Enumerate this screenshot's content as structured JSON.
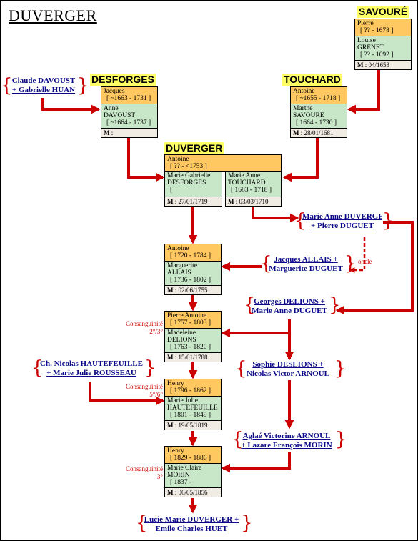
{
  "title": "DUVERGER",
  "families": {
    "savoure": "SAVOURÉ",
    "desforges": "DESFORGES",
    "touchard": "TOUCHARD",
    "duverger": "DUVERGER"
  },
  "boxes": {
    "savoure": {
      "h_name": "Pierre",
      "h_years": "[ ?? - 1678 ]",
      "w_first": "Louise",
      "w_last": "GRENET",
      "w_years": "[ ?? - 1692 ]",
      "m_label": "M",
      "m_date": " : 04/1653"
    },
    "desforges": {
      "h_name": "Jacques",
      "h_years": "[ ~1663 - 1731 ]",
      "w_first": "Anne",
      "w_last": "DAVOUST",
      "w_years": "[ ~1664 - 1737 ]",
      "m_label": "M",
      "m_date": " :"
    },
    "touchard": {
      "h_name": "Antoine",
      "h_years": "[ ~1655 - 1718 ]",
      "w_first": "Marthe",
      "w_last": "SAVOURÉ",
      "w_years": "[ 1664 - 1730 ]",
      "m_label": "M",
      "m_date": " : 28/01/1681"
    },
    "antoine1": {
      "h_name": "Antoine",
      "h_years": "[ ?? - <1753 ]"
    },
    "w1": {
      "w_first": "Marie Gabrielle",
      "w_last": "DESFORGES",
      "w_years": "[",
      "m_label": "M",
      "m_date": " : 27/01/1719"
    },
    "w2": {
      "w_first": "Marie Anne",
      "w_last": "TOUCHARD",
      "w_years": "[ 1683 - 1718 ]",
      "m_label": "M",
      "m_date": " : 03/03/1710"
    },
    "antoine2": {
      "h_name": "Antoine",
      "h_years": "[ 1720 - 1784 ]",
      "w_first": "Marguerite",
      "w_last": "ALLAIS",
      "w_years": "[ 1736 - 1802 ]",
      "m_label": "M",
      "m_date": " : 02/06/1755"
    },
    "pierre": {
      "h_name": "Pierre Antoine",
      "h_years": "[ 1757 - 1803 ]",
      "w_first": "Madeleine",
      "w_last": "DELIONS",
      "w_years": "[ 1763 - 1820 ]",
      "m_label": "M",
      "m_date": " : 15/01/1788"
    },
    "henry1": {
      "h_name": "Henry",
      "h_years": "[ 1796 - 1862 ]",
      "w_first": "Marie Julie",
      "w_last": "HAUTEFEUILLE",
      "w_years": "[ 1801 - 1849 ]",
      "m_label": "M",
      "m_date": " : 19/05/1819"
    },
    "henry2": {
      "h_name": "Henry",
      "h_years": "[ 1829 - 1886 ]",
      "w_first": "Marie Claire",
      "w_last": "MORIN",
      "w_years": "[ 1837 -",
      "m_label": "M",
      "m_date": " : 06/05/1856"
    }
  },
  "links": {
    "davoust": [
      "Claude DAVOUST",
      "+ Gabrielle HUAN"
    ],
    "mad": [
      "Marie Anne DUVERGER",
      "+ Pierre DUGUET"
    ],
    "allais": [
      "Jacques ALLAIS +",
      "Marguerite DUGUET"
    ],
    "delions": [
      "Georges DELIONS +",
      "Marie Anne DUGUET"
    ],
    "hautefeuille": [
      "Ch. Nicolas HAUTEFEUILLE",
      "+ Marie Julie ROUSSEAU"
    ],
    "deslions": [
      "Sophie DESLIONS +",
      "Nicolas Victor ARNOUL"
    ],
    "arnoul": [
      "Aglaé Victorine ARNOUL",
      "+ Lazare François MORIN"
    ],
    "lucie": [
      "Lucie Marie DUVERGER +",
      "Emile Charles HUET"
    ]
  },
  "consanguinity": {
    "c1": [
      "Consanguinité",
      "2°/3°"
    ],
    "c2": [
      "Consanguinité",
      "5°/6°"
    ],
    "c3": [
      "Consanguinité",
      "3°"
    ]
  },
  "oncle": "oncle",
  "colors": {
    "arrow": "#cc0000",
    "husband": "#ffc860",
    "wife": "#c8e6c8",
    "marriage": "#f0ebe3",
    "family_label": "#ffff66",
    "link": "#0a0a88"
  }
}
